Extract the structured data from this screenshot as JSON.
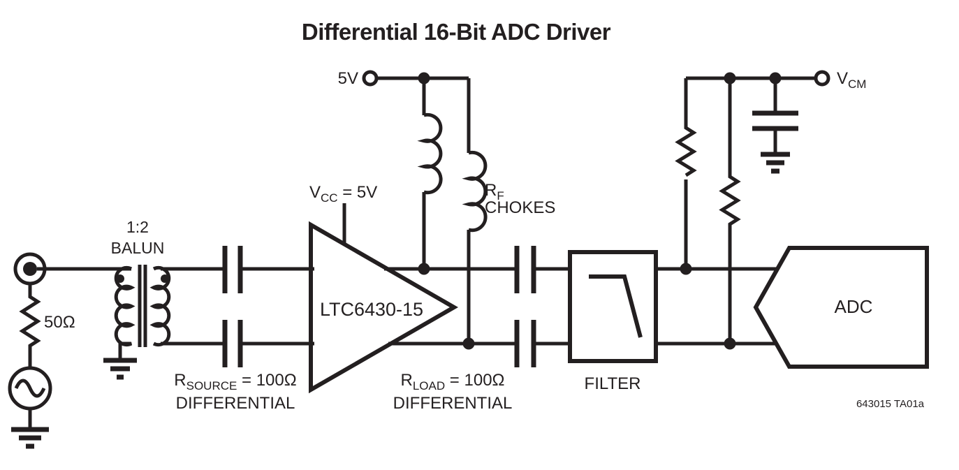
{
  "title": "Differential 16-Bit ADC Driver",
  "colors": {
    "ink": "#231f20",
    "amp_fill": "#e9bcb2",
    "background": "#ffffff"
  },
  "source": {
    "impedance": "50Ω",
    "balun_ratio": "1:2",
    "balun_label": "BALUN"
  },
  "supply": {
    "rail_label": "5V",
    "vcc_v": "V",
    "vcc_sub": "CC",
    "vcc_eq": " = 5V",
    "rf_r": "R",
    "rf_sub": "F",
    "chokes_label": "CHOKES"
  },
  "amp": {
    "part_number": "LTC6430-15"
  },
  "impedances": {
    "rsource_r": "R",
    "rsource_sub": "SOURCE",
    "rsource_eq": " = 100Ω",
    "rsource_line2": "DIFFERENTIAL",
    "rload_r": "R",
    "rload_sub": "LOAD",
    "rload_eq": " = 100Ω",
    "rload_line2": "DIFFERENTIAL"
  },
  "filter": {
    "label": "FILTER"
  },
  "adc": {
    "label": "ADC"
  },
  "vcm": {
    "v": "V",
    "sub": "CM"
  },
  "figure_number": "643015 TA01a"
}
